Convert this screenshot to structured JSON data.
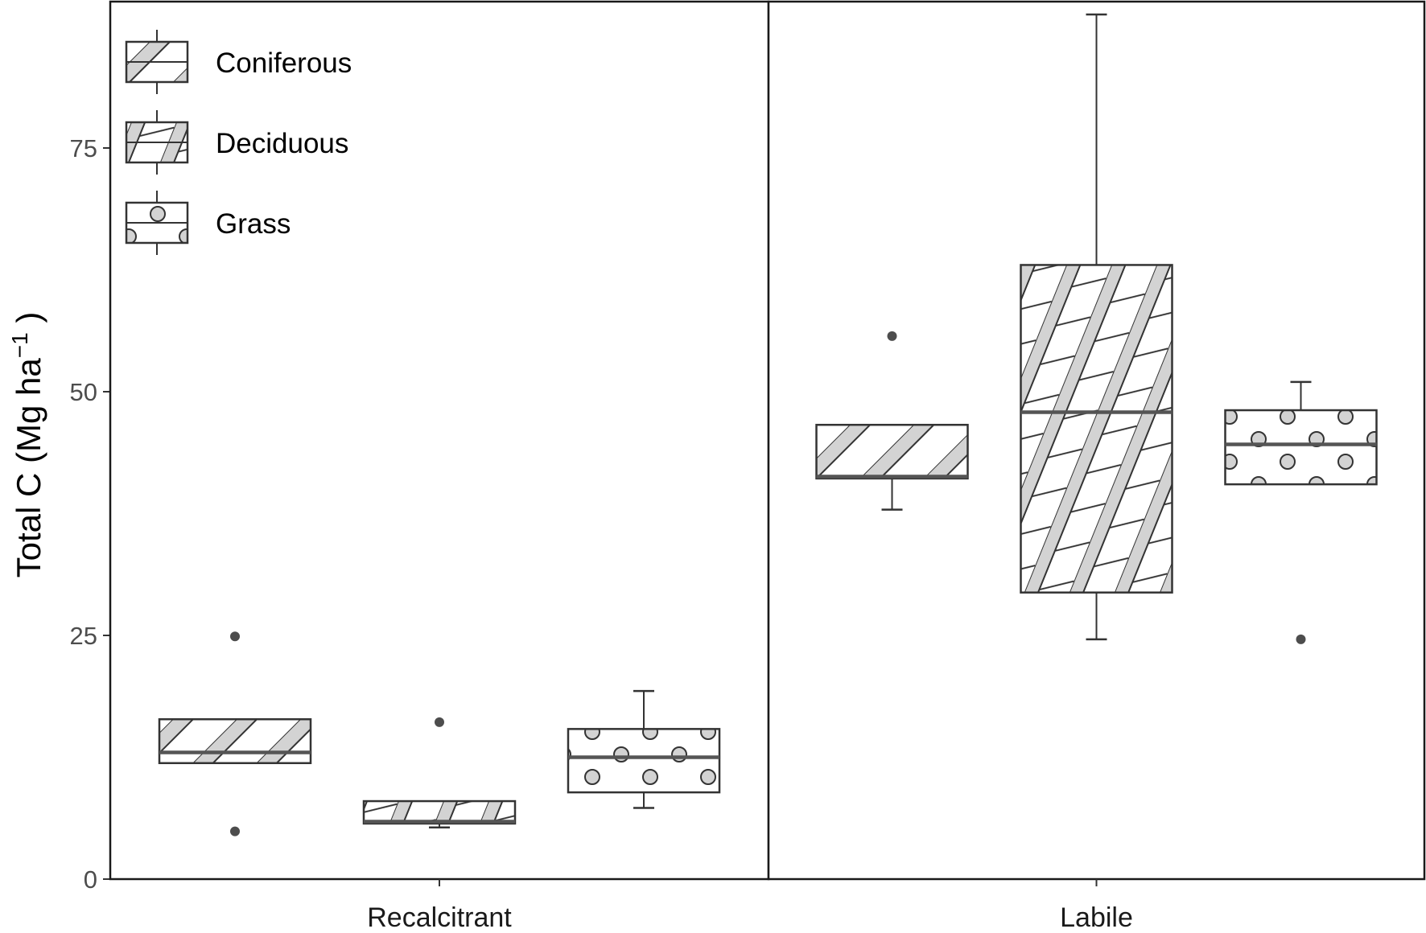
{
  "chart_data": {
    "type": "box",
    "ylabel": "Total C (Mg ha",
    "ylabel_sup": "−1",
    "ylabel_close": " )",
    "ylim": [
      0,
      90
    ],
    "yticks": [
      0,
      25,
      50,
      75
    ],
    "facets": [
      "Recalcitrant",
      "Labile"
    ],
    "legend": {
      "placement": "top-left",
      "entries": [
        "Coniferous",
        "Deciduous",
        "Grass"
      ]
    },
    "series_patterns": {
      "Coniferous": "diagonal-stripes",
      "Deciduous": "crosshatch-stripes",
      "Grass": "circles"
    },
    "colors": {
      "fill": "#d3d3d3",
      "stroke": "#333333",
      "median": "#555555",
      "outlier": "#4d4d4d"
    },
    "boxes": [
      {
        "facet": "Recalcitrant",
        "series": "Coniferous",
        "q1": 11.9,
        "median": 13.0,
        "q3": 16.4,
        "whisker_low": 11.9,
        "whisker_high": 16.4,
        "outliers": [
          24.9,
          4.9
        ]
      },
      {
        "facet": "Recalcitrant",
        "series": "Deciduous",
        "q1": 5.7,
        "median": 5.9,
        "q3": 8.0,
        "whisker_low": 5.3,
        "whisker_high": 8.0,
        "outliers": [
          16.1
        ]
      },
      {
        "facet": "Recalcitrant",
        "series": "Grass",
        "q1": 8.9,
        "median": 12.5,
        "q3": 15.4,
        "whisker_low": 7.3,
        "whisker_high": 19.3,
        "outliers": []
      },
      {
        "facet": "Labile",
        "series": "Coniferous",
        "q1": 41.1,
        "median": 41.3,
        "q3": 46.6,
        "whisker_low": 37.9,
        "whisker_high": 46.6,
        "outliers": [
          55.7
        ]
      },
      {
        "facet": "Labile",
        "series": "Deciduous",
        "q1": 29.4,
        "median": 47.9,
        "q3": 63.0,
        "whisker_low": 24.6,
        "whisker_high": 88.7,
        "outliers": []
      },
      {
        "facet": "Labile",
        "series": "Grass",
        "q1": 40.5,
        "median": 44.6,
        "q3": 48.1,
        "whisker_low": 40.5,
        "whisker_high": 51.0,
        "outliers": [
          24.6
        ]
      }
    ]
  }
}
